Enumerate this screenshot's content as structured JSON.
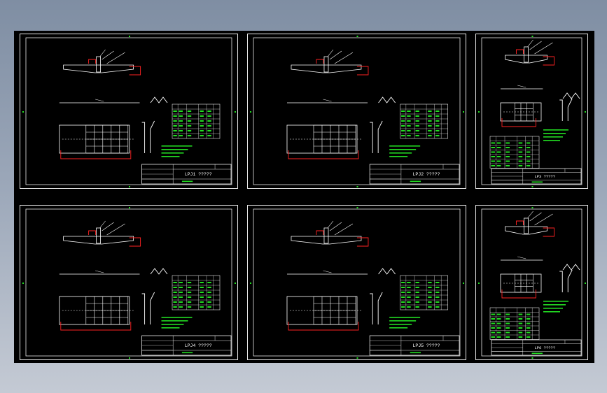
{
  "colors": {
    "background_top": "#7f8ea3",
    "background_bottom": "#c4cad4",
    "canvas": "#000000",
    "frame": "#e8e8e8",
    "callout": "#ff2222",
    "annotation": "#22dd22",
    "geometry": "#ffffff"
  },
  "sheets": [
    {
      "id": "sheet-1",
      "title": "LPJ1  ?????",
      "table_rows": 7,
      "grid_cols": 5,
      "grid_rows": 4
    },
    {
      "id": "sheet-2",
      "title": "LPJ2  ?????",
      "table_rows": 7,
      "grid_cols": 5,
      "grid_rows": 4
    },
    {
      "id": "sheet-3",
      "title": "LP3  ?????",
      "table_rows": 7,
      "grid_cols": 3,
      "grid_rows": 3
    },
    {
      "id": "sheet-4",
      "title": "LPJ4  ?????",
      "table_rows": 7,
      "grid_cols": 5,
      "grid_rows": 4
    },
    {
      "id": "sheet-5",
      "title": "LPJ5  ?????",
      "table_rows": 7,
      "grid_cols": 5,
      "grid_rows": 4
    },
    {
      "id": "sheet-6",
      "title": "LP6  ?????",
      "table_rows": 7,
      "grid_cols": 3,
      "grid_rows": 3
    }
  ]
}
